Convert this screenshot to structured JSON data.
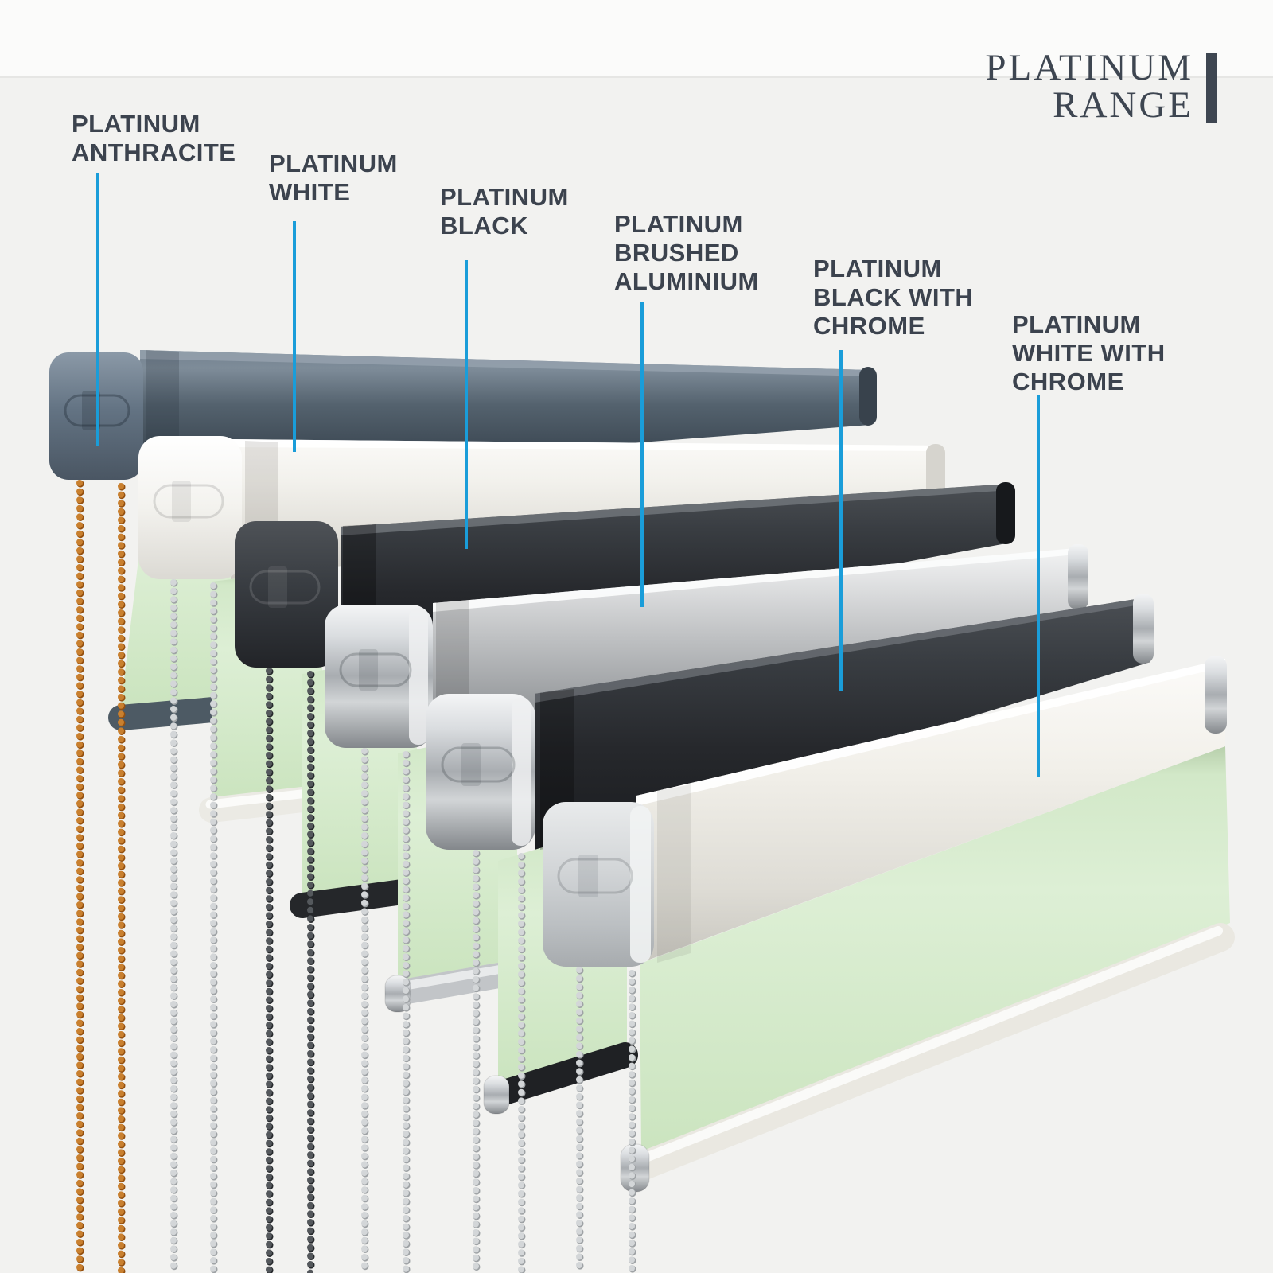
{
  "brand": {
    "line1": "PLATINUM",
    "line2": "RANGE"
  },
  "labels": [
    {
      "id": "platinum-anthracite",
      "text": "PLATINUM\nANTHRACITE"
    },
    {
      "id": "platinum-white",
      "text": "PLATINUM\nWHITE"
    },
    {
      "id": "platinum-black",
      "text": "PLATINUM\nBLACK"
    },
    {
      "id": "platinum-brushed-aluminium",
      "text": "PLATINUM\nBRUSHED\nALUMINIUM"
    },
    {
      "id": "platinum-black-with-chrome",
      "text": "PLATINUM\nBLACK WITH\nCHROME"
    },
    {
      "id": "platinum-white-with-chrome",
      "text": "PLATINUM\nWHITE WITH\nCHROME"
    }
  ],
  "products": [
    {
      "name": "Platinum Anthracite",
      "cassette_color": "#5d6c7a",
      "chain_color": "#c9802f"
    },
    {
      "name": "Platinum White",
      "cassette_color": "#efeeea",
      "chain_color": "#ccd0d2"
    },
    {
      "name": "Platinum Black",
      "cassette_color": "#2e3236",
      "chain_color": "#4f5357"
    },
    {
      "name": "Platinum Brushed Aluminium",
      "cassette_color": "#b8bbbe",
      "chain_color": "#ccd0d2"
    },
    {
      "name": "Platinum Black with Chrome",
      "cassette_color": "#26282c",
      "chain_color": "#ccd0d2"
    },
    {
      "name": "Platinum White with Chrome",
      "cassette_color": "#f0efe9",
      "chain_color": "#ccd0d2"
    }
  ],
  "colors": {
    "bg": "#f2f2f0",
    "hairline": "#e6e6e4",
    "label_text": "#3c434e",
    "brand": "#3e4651",
    "accent": "#1a9dd9",
    "fabric_green": "#d9eed0"
  }
}
